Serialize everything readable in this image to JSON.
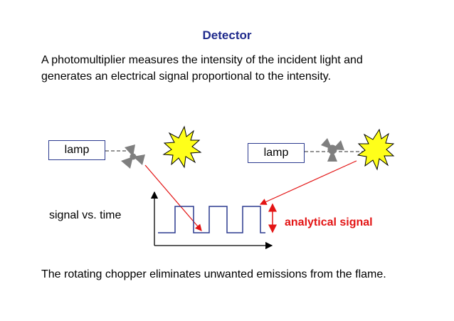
{
  "title": "Detector",
  "intro_text": "A photomultiplier measures the intensity of the incident light and generates an electrical signal proportional to the intensity.",
  "lamp_left_label": "lamp",
  "lamp_right_label": "lamp",
  "signal_label": "signal vs. time",
  "analytical_label": "analytical signal",
  "footer_text": "The rotating chopper eliminates unwanted emissions from the flame.",
  "colors": {
    "title": "#1f2a8c",
    "analytical": "#e31414",
    "flame_fill": "#ffff1a",
    "chopper": "#7f7f7f",
    "arrow": "#e31414",
    "signal": "#2b3a8f"
  }
}
